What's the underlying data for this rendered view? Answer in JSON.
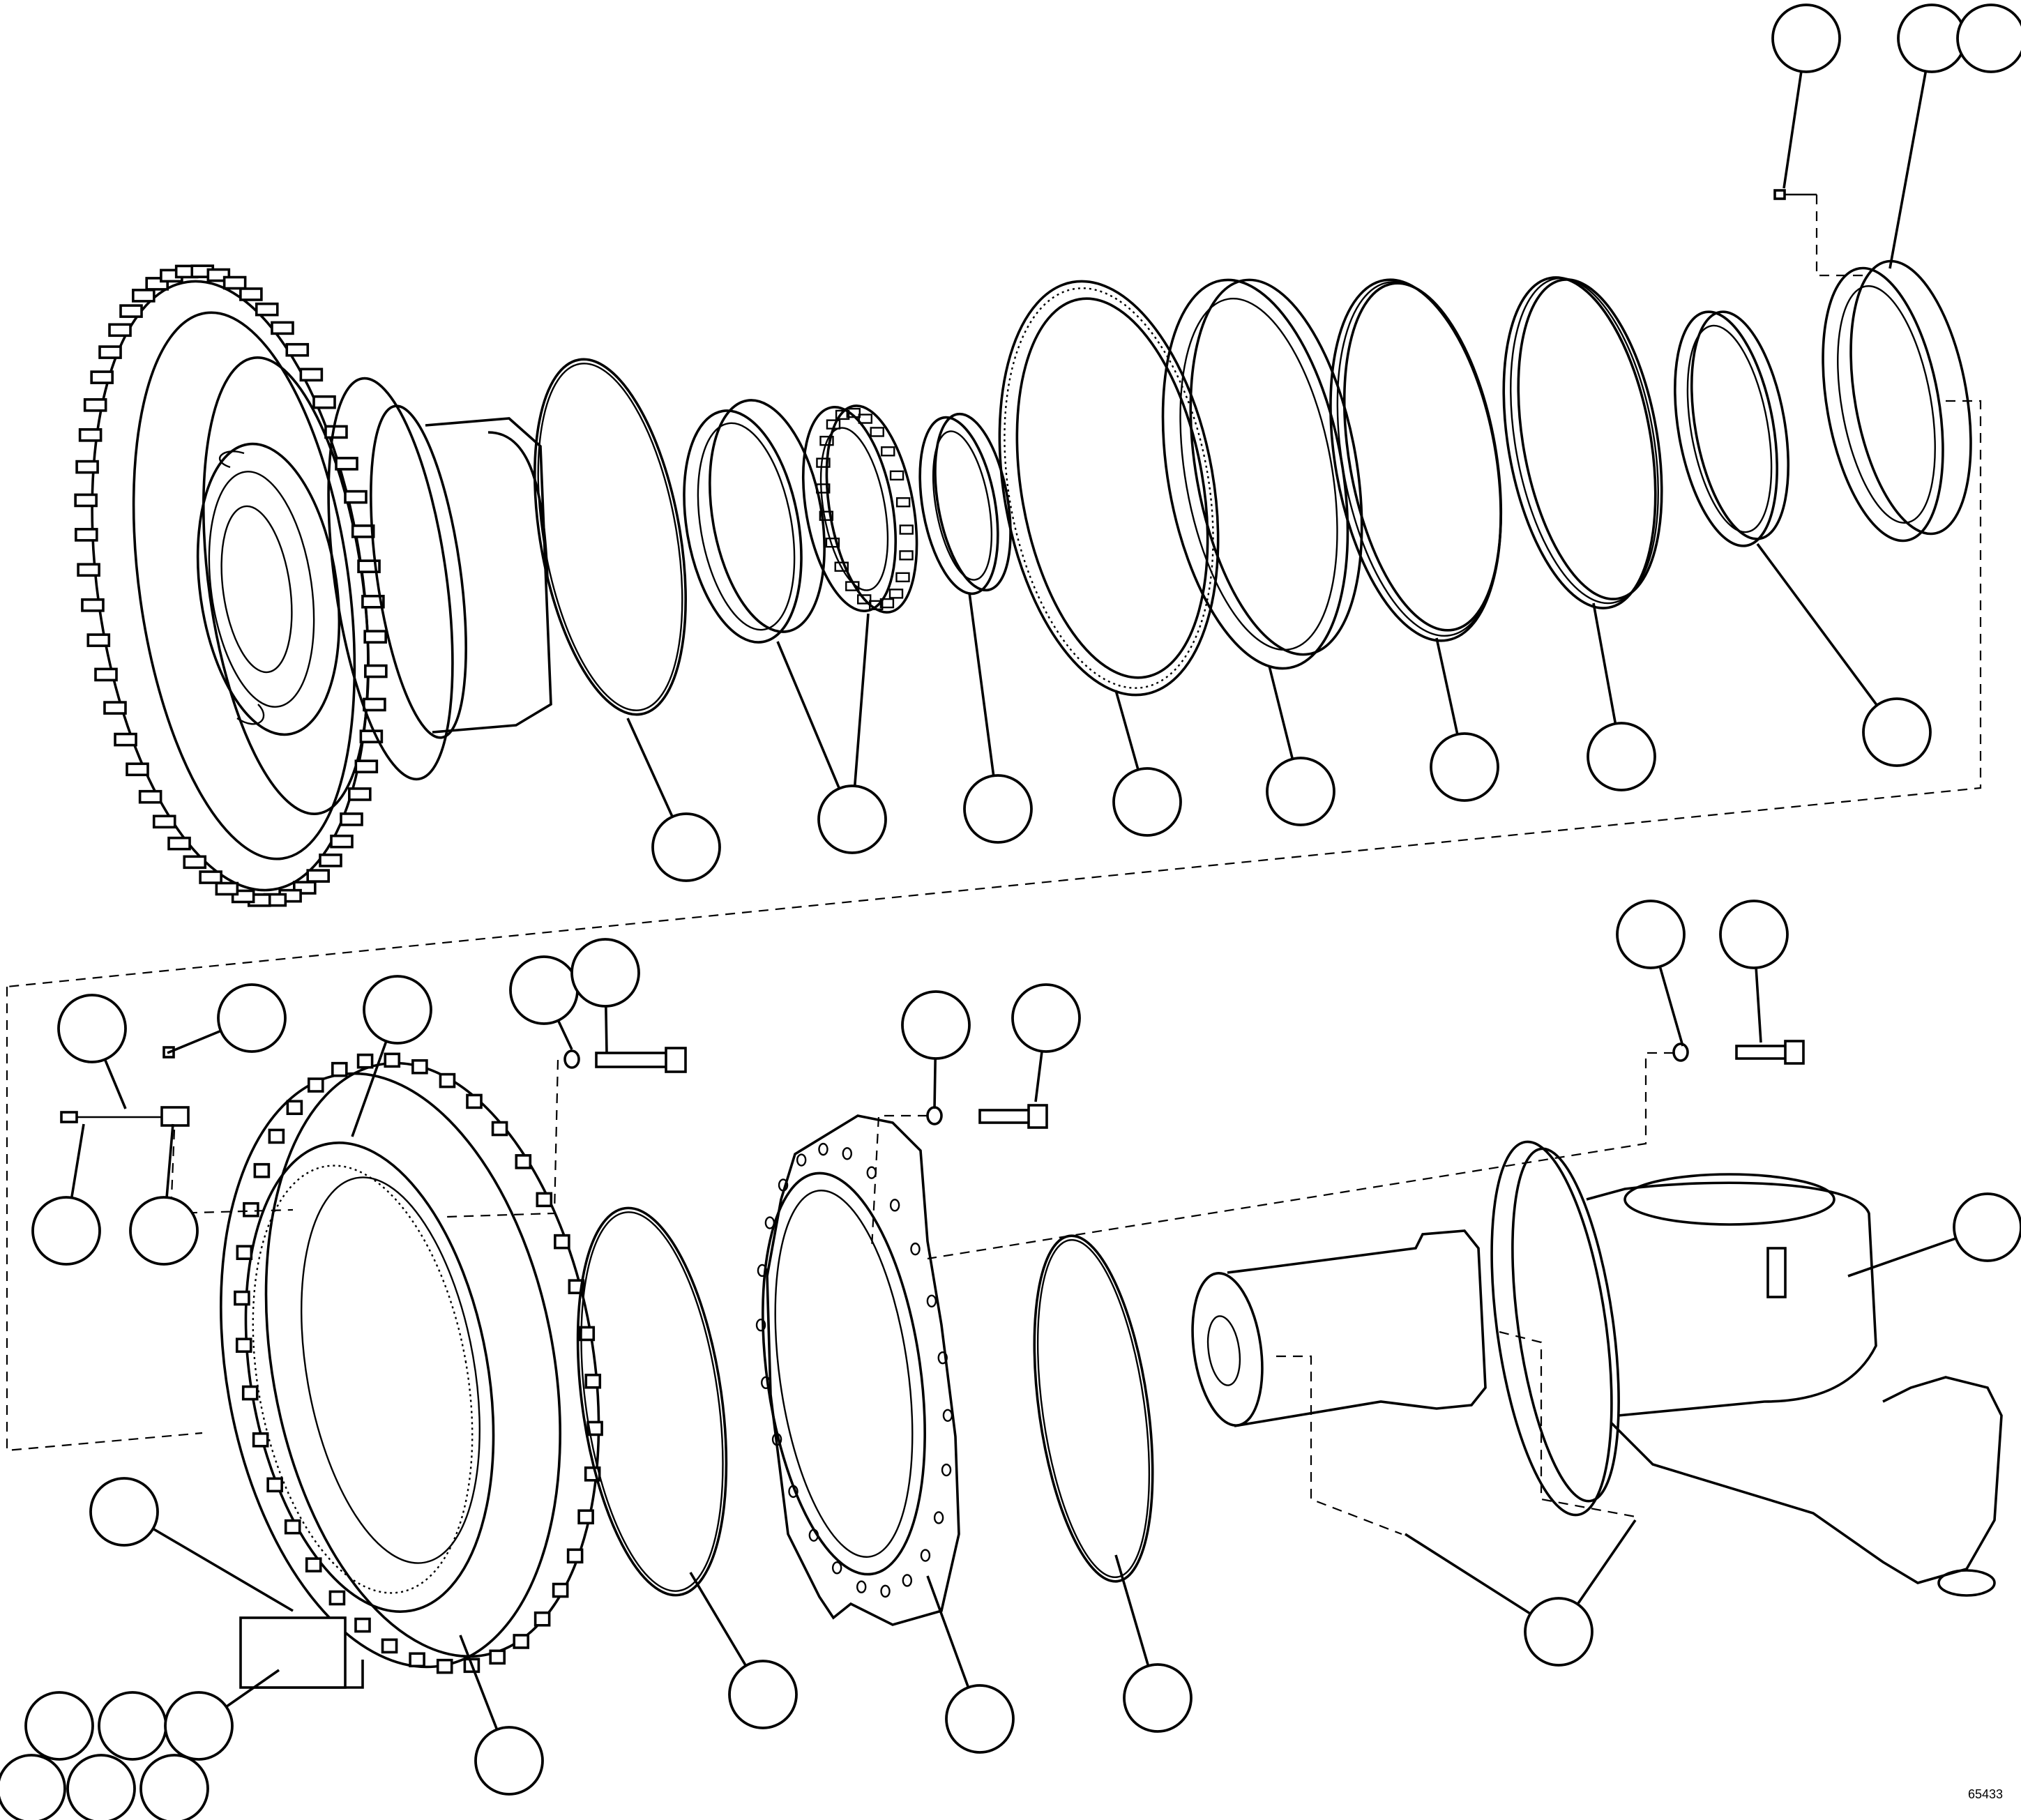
{
  "diagram": {
    "figure_code": "65433",
    "groups": {
      "upper": "hub-bearing-seal-assembly",
      "lower": "brake-housing-and-spindle-assembly"
    },
    "icons": [
      "callout-bubble"
    ]
  }
}
